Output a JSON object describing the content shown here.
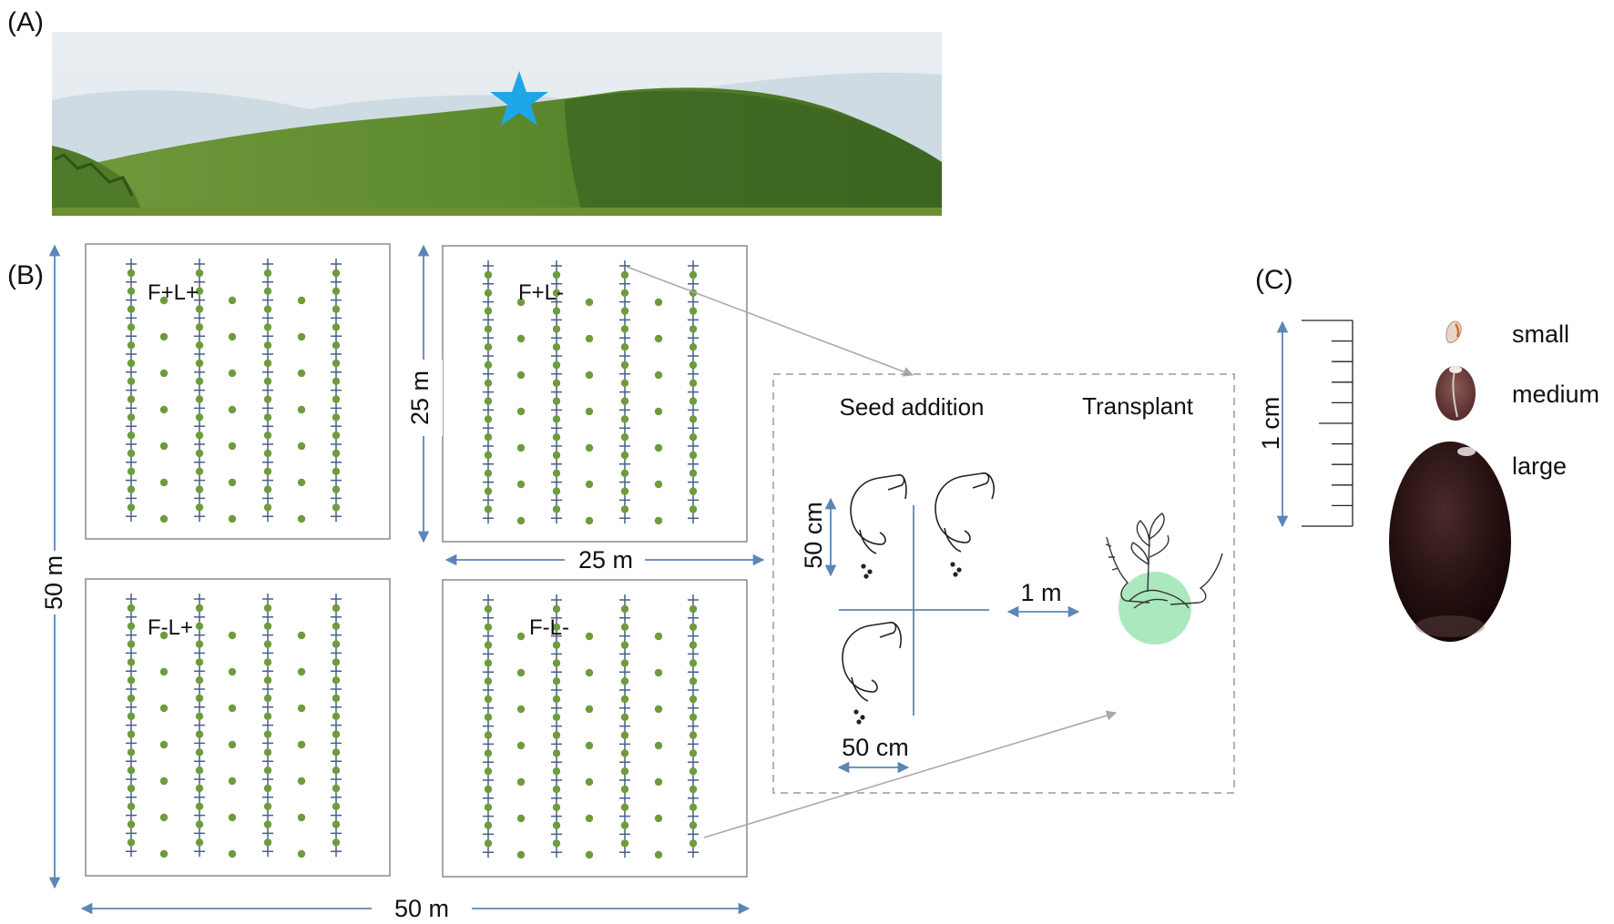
{
  "panels": {
    "a_label": "(A)",
    "b_label": "(B)",
    "c_label": "(C)"
  },
  "plots": [
    {
      "id": "FL_plus_plus",
      "label": "F+L+"
    },
    {
      "id": "FL_plus_minus",
      "label": "F+L-"
    },
    {
      "id": "FL_minus_plus",
      "label": "F-L+"
    },
    {
      "id": "FL_minus_minus",
      "label": "F-L-"
    }
  ],
  "dimensions": {
    "total_height": "50 m",
    "total_width": "50 m",
    "plot_height": "25 m",
    "plot_width": "25 m",
    "seed_spacing_vertical": "50 cm",
    "seed_spacing_horizontal": "50 cm",
    "transplant_distance": "1 m"
  },
  "methods": {
    "seed_addition": "Seed addition",
    "transplant": "Transplant"
  },
  "scale": {
    "label": "1 cm"
  },
  "seeds": [
    {
      "label": "small"
    },
    {
      "label": "medium"
    },
    {
      "label": "large"
    }
  ],
  "colors": {
    "star": "#1ea7e8",
    "arrow": "#5b86b8",
    "cross": "#4a5f86",
    "dot": "#6e9c3c",
    "transplant_circle": "#8fe0a8",
    "seed_dark": "#2a1414"
  }
}
